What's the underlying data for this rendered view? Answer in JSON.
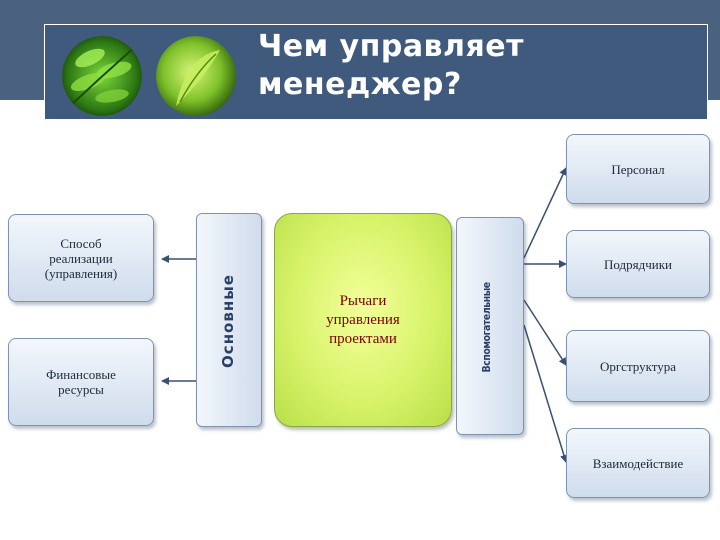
{
  "header": {
    "title_line1": "Чем управляет",
    "title_line2": "менеджер?"
  },
  "images": {
    "leaf_left": "green-leaf-image",
    "leaf_right": "green-leaf-image"
  },
  "diagram": {
    "center": {
      "line1": "Рычаги",
      "line2": "управления",
      "line3": "проектами"
    },
    "bar_left": "Основные",
    "bar_right": "Вспомогательные",
    "left_items": [
      {
        "line1": "Способ",
        "line2": "реализации",
        "line3": "(управления)"
      },
      {
        "line1": "Финансовые",
        "line2": "ресурсы"
      }
    ],
    "right_items": [
      {
        "label": "Персонал"
      },
      {
        "label": "Подрядчики"
      },
      {
        "label": "Оргструктура"
      },
      {
        "label": "Взаимодействие"
      }
    ]
  },
  "colors": {
    "header_bg": "#3f5a7c",
    "center_fill": "#d8f36a",
    "center_text": "#7a0000",
    "box_border": "#7f93b0",
    "arrow": "#3b4f73"
  }
}
